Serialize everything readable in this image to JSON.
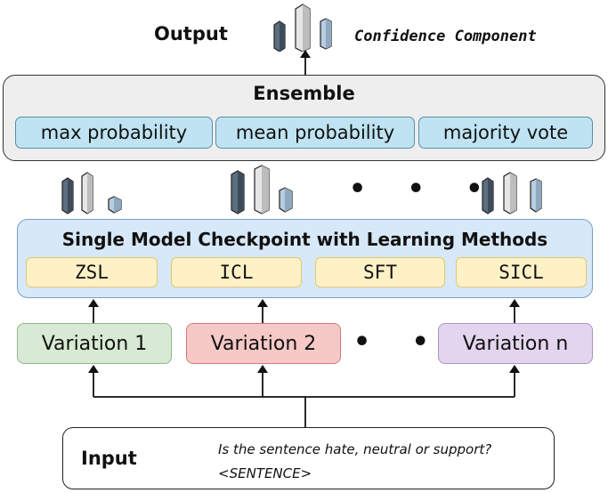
{
  "output": {
    "label": "Output",
    "confidence_label": "Confidence Component"
  },
  "ensemble": {
    "title": "Ensemble",
    "methods": [
      "max probability",
      "mean probability",
      "majority vote"
    ]
  },
  "single_model": {
    "title": "Single Model Checkpoint with Learning Methods",
    "methods": [
      "ZSL",
      "ICL",
      "SFT",
      "SICL"
    ]
  },
  "variations": [
    "Variation 1",
    "Variation 2",
    "Variation n"
  ],
  "ellipsis": "• • •",
  "input": {
    "label": "Input",
    "question": "Is the sentence hate, neutral or support?",
    "placeholder": "<SENTENCE>"
  },
  "colors": {
    "ensemble_bg": "#eeeeee",
    "method_bg": "#bfe3f2",
    "single_bg": "#d7e8f8",
    "learn_bg": "#fff1c6",
    "variation_1": "#d8ead3",
    "variation_2": "#f6c9c7",
    "variation_n": "#e3d5ed",
    "bar_dark": "#5c6f80",
    "bar_light": "#e6e6e6",
    "bar_blue": "#b7cde0"
  }
}
